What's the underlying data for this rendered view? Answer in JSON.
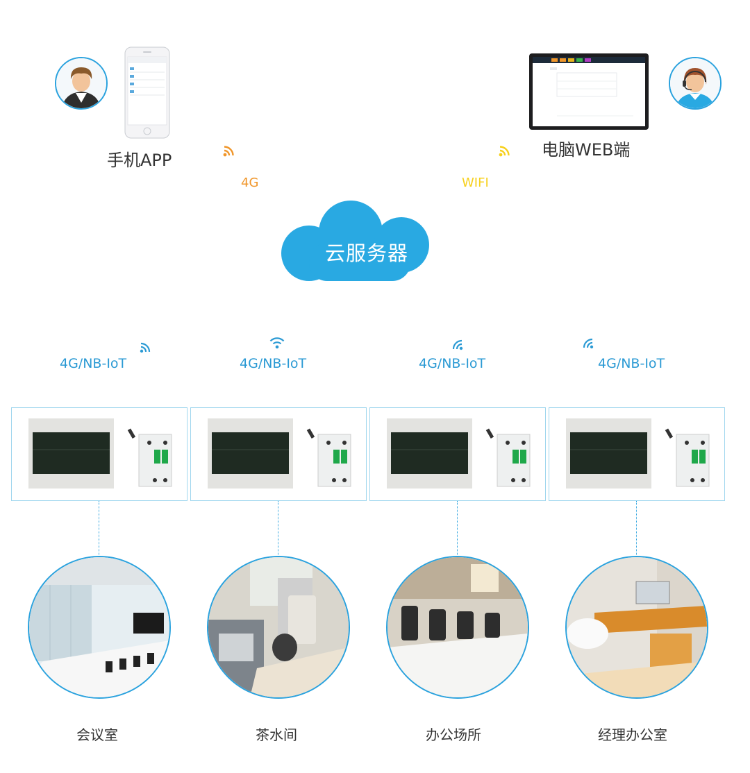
{
  "top": {
    "phone_label": "手机APP",
    "web_label": "电脑WEB端",
    "link_4g": "4G",
    "link_wifi": "WIFI",
    "cloud_label": "云服务器"
  },
  "colors": {
    "accent_blue": "#2aa2de",
    "net_blue": "#2b9ad4",
    "orange": "#f0962a",
    "yellow": "#f7d01c",
    "cloud": "#29a9e2"
  },
  "devices": [
    {
      "net": "4G/NB-IoT",
      "room": "会议室"
    },
    {
      "net": "4G/NB-IoT",
      "room": "茶水间"
    },
    {
      "net": "4G/NB-IoT",
      "room": "办公场所"
    },
    {
      "net": "4G/NB-IoT",
      "room": "经理办公室"
    }
  ]
}
